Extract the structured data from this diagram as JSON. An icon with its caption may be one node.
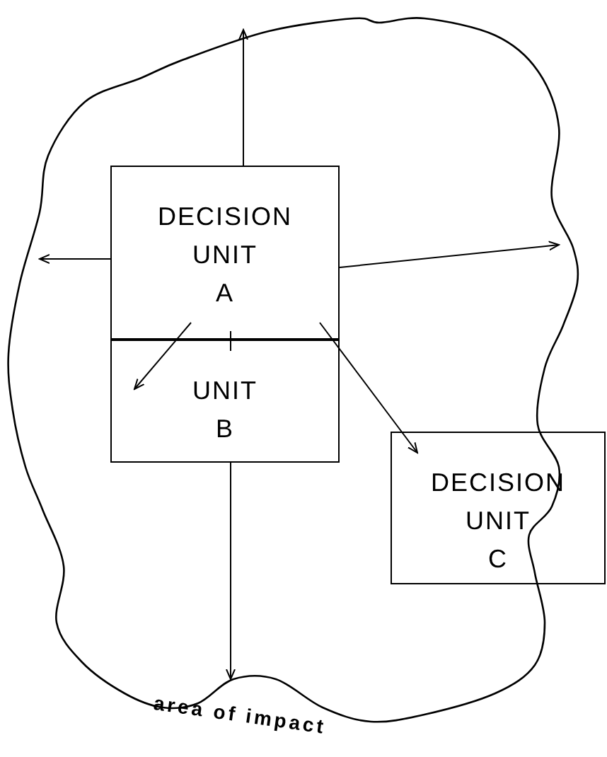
{
  "diagram": {
    "nodes": [
      {
        "text": [
          "area of impact"
        ]
      },
      {
        "text": [
          "DECISION UNIT A"
        ],
        "in": 0
      },
      {
        "text": [
          "UNIT B"
        ],
        "in": 0
      },
      {
        "text": [
          "DECISION UNIT C"
        ]
      }
    ],
    "edges": [
      {
        "from": 1,
        "to": 0,
        "arrow": "to"
      },
      {
        "from": 1,
        "to": 0,
        "arrow": "to"
      },
      {
        "from": 1,
        "to": 0,
        "arrow": "to"
      },
      {
        "from": 1,
        "to": 2,
        "arrow": "to"
      },
      {
        "from": 1,
        "to": 2,
        "arrow": "none"
      },
      {
        "from": 2,
        "to": 0,
        "arrow": "to"
      },
      {
        "from": 1,
        "to": 3,
        "arrow": "to"
      }
    ]
  }
}
